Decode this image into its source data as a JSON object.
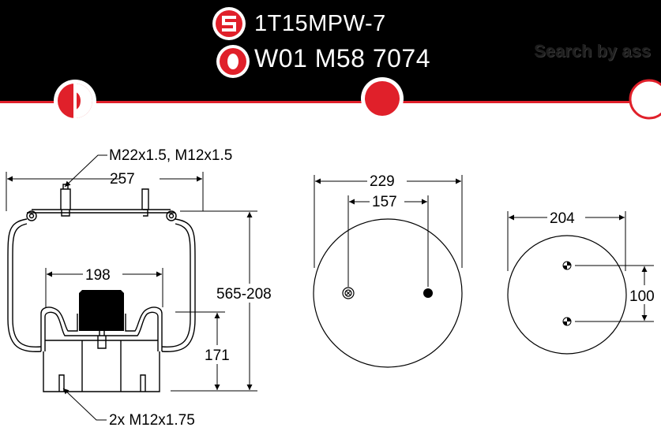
{
  "header": {
    "part_number": "1T15MPW-7",
    "oem_number": "W01 M58 7074",
    "search_hint": "Search by ass",
    "colors": {
      "background": "#000000",
      "accent": "#e0202a",
      "text": "#ffffff"
    }
  },
  "icons": [
    "s-brand-icon",
    "o-brand-icon",
    "half-circle-icon",
    "red-circle-icon",
    "red-circle-partial-icon"
  ],
  "side_view": {
    "thread_callout": "M22x1.5, M12x1.5",
    "top_width": "257",
    "piston_width": "198",
    "height_range": "565-208",
    "piston_height": "171",
    "bottom_callout": "2x M12x1.75"
  },
  "top_plate": {
    "diameter": "229",
    "stud_spacing": "157"
  },
  "bottom_plate": {
    "diameter": "204",
    "hole_spacing": "100"
  }
}
